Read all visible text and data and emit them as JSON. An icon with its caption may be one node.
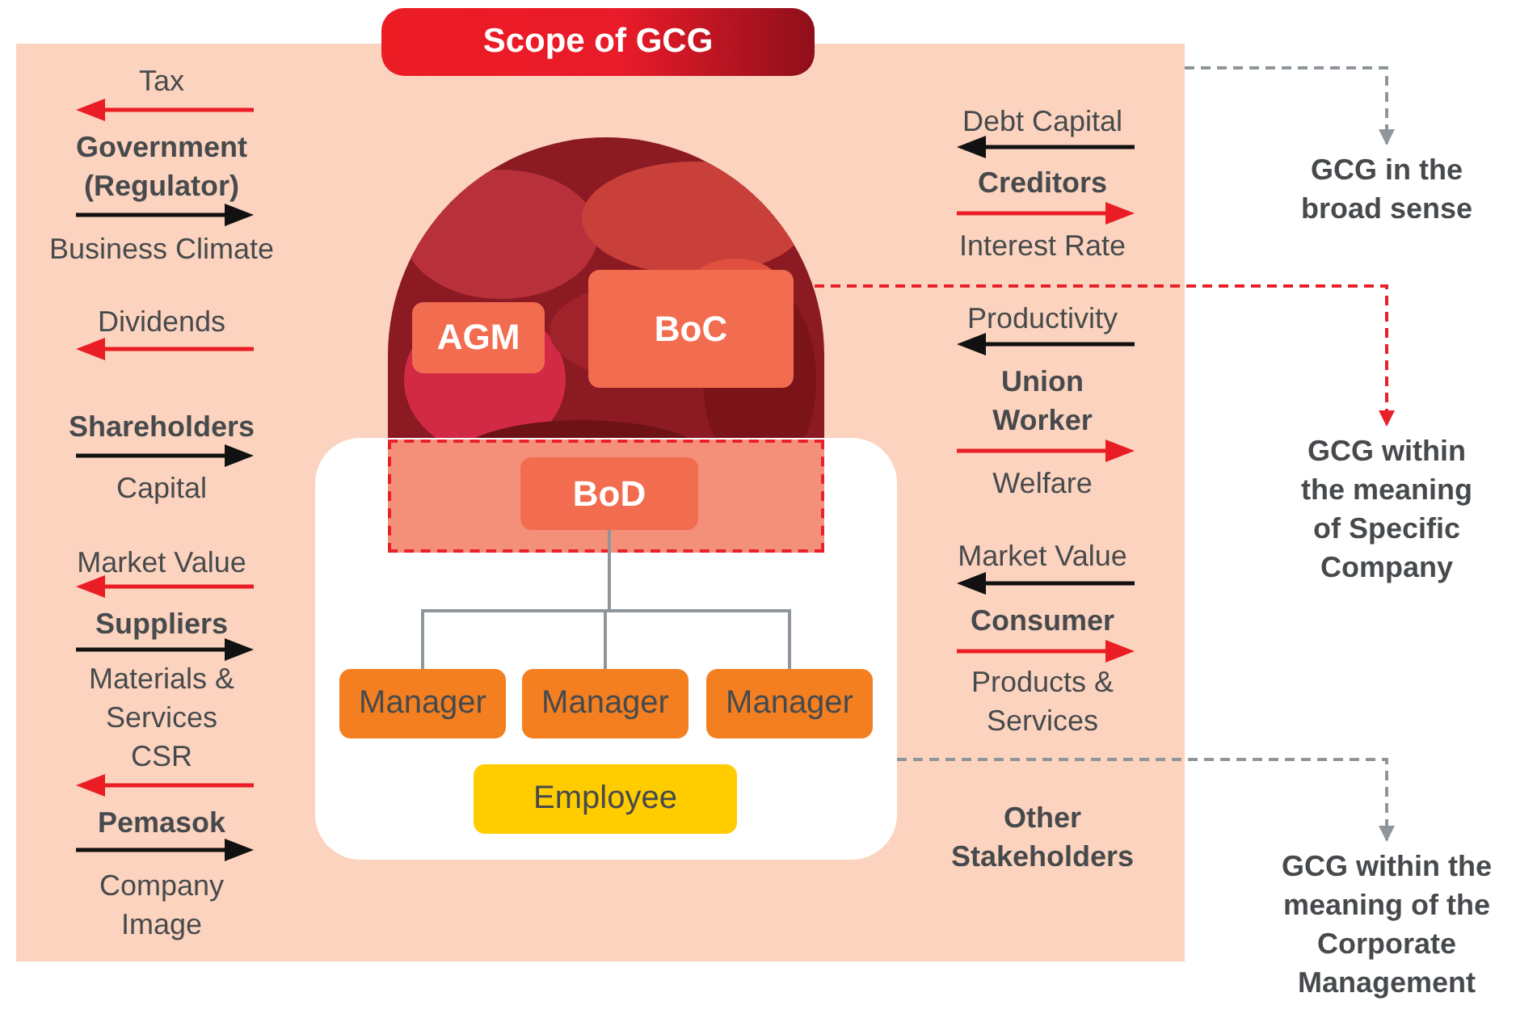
{
  "diagram": {
    "nodes": [
      {
        "text": [
          "Scope of GCG"
        ]
      },
      {
        "text": [],
        "shape": "picture",
        "in": 0
      },
      {
        "text": [
          "AGM"
        ],
        "in": 1
      },
      {
        "text": [
          "BoC"
        ],
        "in": 1
      },
      {
        "text": [],
        "shape": "box",
        "in": 0
      },
      {
        "text": [],
        "shape": "box"
      },
      {
        "text": [
          "BoD"
        ],
        "in": 5
      },
      {
        "text": [
          "Manager"
        ],
        "in": 4
      },
      {
        "text": [
          "Manager"
        ],
        "in": 4
      },
      {
        "text": [
          "Manager"
        ],
        "in": 4
      },
      {
        "text": [
          "Employee"
        ],
        "in": 4
      },
      {
        "text": [
          "Government (Regulator)"
        ],
        "in": 0,
        "beside": [
          "Tax",
          "Business Climate"
        ]
      },
      {
        "text": [
          "Shareholders"
        ],
        "in": 0,
        "beside": [
          "Dividends",
          "Capital"
        ]
      },
      {
        "text": [
          "Suppliers"
        ],
        "in": 0,
        "beside": [
          "Market Value",
          "Materials & Services"
        ]
      },
      {
        "text": [
          "Pemasok"
        ],
        "in": 0,
        "beside": [
          "CSR",
          "Company Image"
        ]
      },
      {
        "text": [
          "Creditors"
        ],
        "in": 0,
        "beside": [
          "Debt Capital",
          "Interest Rate"
        ]
      },
      {
        "text": [
          "Union Worker"
        ],
        "in": 0,
        "beside": [
          "Productivity",
          "Welfare"
        ]
      },
      {
        "text": [
          "Consumer"
        ],
        "in": 0,
        "beside": [
          "Market Value",
          "Products & Services"
        ]
      },
      {
        "text": [
          "GCG in the broad sense"
        ]
      },
      {
        "text": [
          "GCG within the meaning of Specific Company"
        ]
      },
      {
        "text": [
          "GCG within the meaning of the Corporate Management"
        ]
      }
    ],
    "edges": [
      {
        "from": 6,
        "to": 7,
        "arrow": "none"
      },
      {
        "from": 6,
        "to": 8,
        "arrow": "none"
      },
      {
        "from": 6,
        "to": 9,
        "arrow": "none"
      },
      {
        "from": 0,
        "to": 18,
        "arrow": "to",
        "style": "dashed"
      },
      {
        "from": 1,
        "to": 19,
        "arrow": "to",
        "style": "dashed",
        "color": "#e8202a"
      },
      {
        "from": 4,
        "to": 20,
        "arrow": "to",
        "style": "dashed"
      }
    ],
    "labels": [
      "Other Stakeholders"
    ]
  }
}
